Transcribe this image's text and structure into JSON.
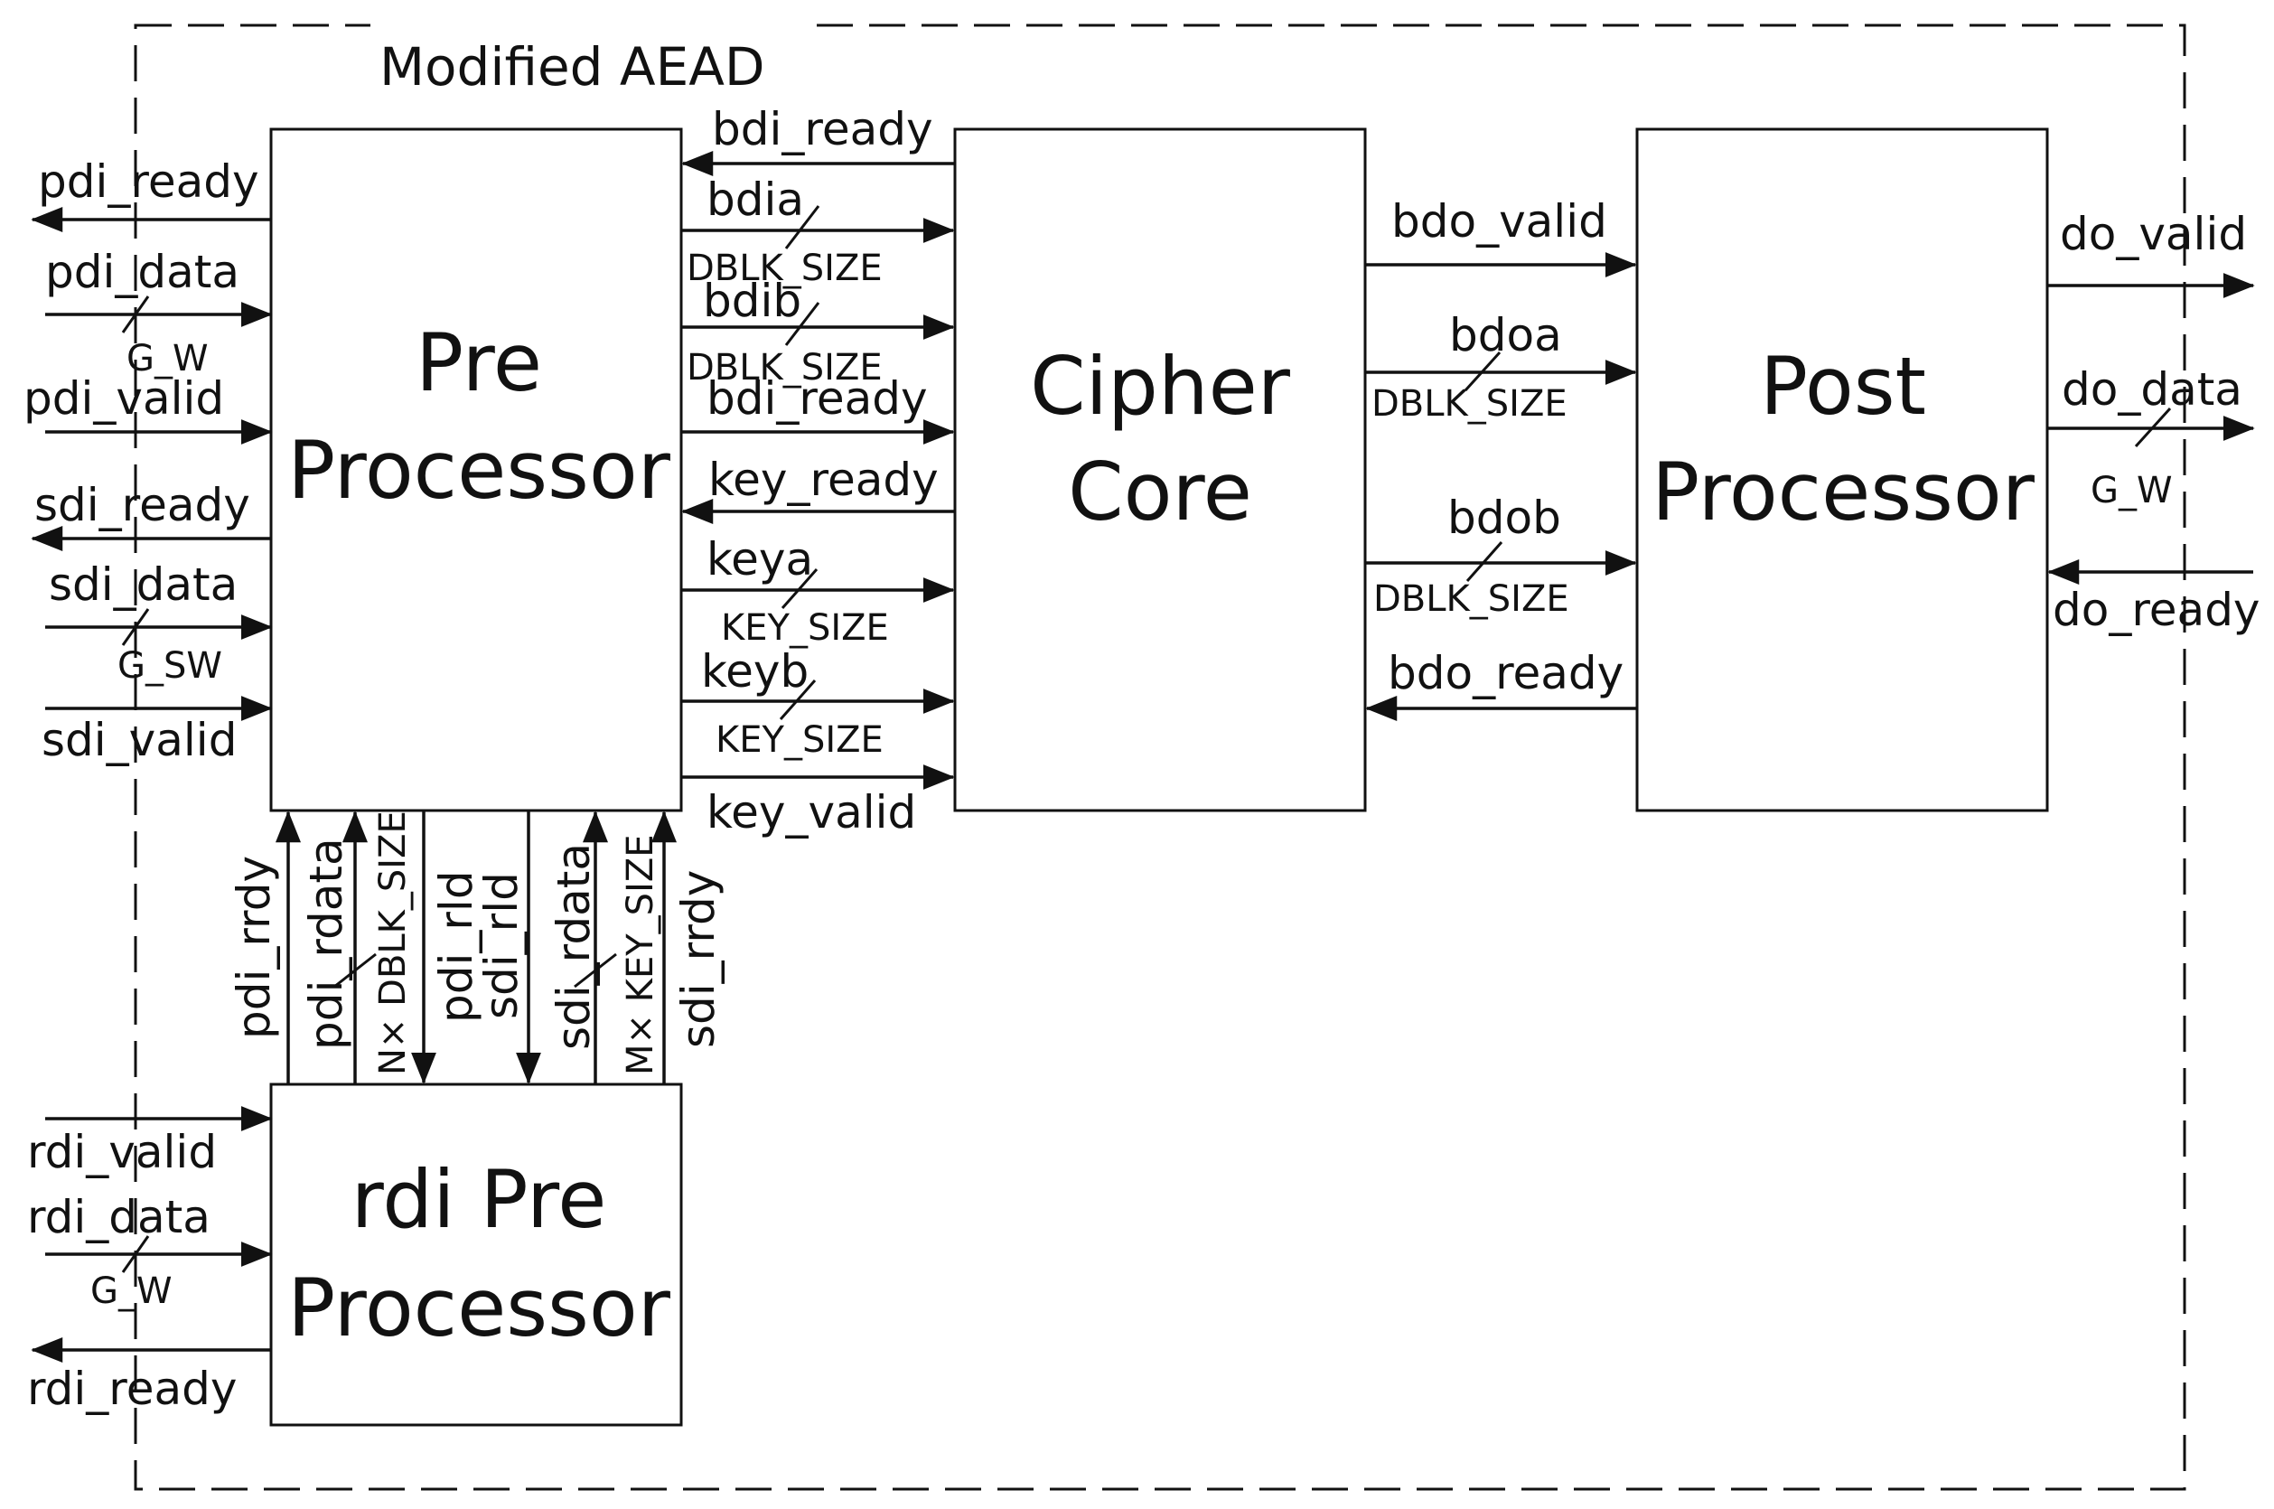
{
  "title": "Modified AEAD",
  "blocks": {
    "pre": [
      "Pre",
      "Processor"
    ],
    "cipher": [
      "Cipher",
      "Core"
    ],
    "post": [
      "Post",
      "Processor"
    ],
    "rdi": [
      "rdi Pre",
      "Processor"
    ]
  },
  "left_inputs": {
    "pdi_ready": "pdi_ready",
    "pdi_data": "pdi_data",
    "pdi_data_w": "G_W",
    "pdi_valid": "pdi_valid",
    "sdi_ready": "sdi_ready",
    "sdi_data": "sdi_data",
    "sdi_data_w": "G_SW",
    "sdi_valid": "sdi_valid"
  },
  "pre_cipher": {
    "bdi_ready_top": "bdi_ready",
    "bdia": "bdia",
    "bdia_w": "DBLK_SIZE",
    "bdib": "bdib",
    "bdib_w": "DBLK_SIZE",
    "bdi_ready": "bdi_ready",
    "key_ready": "key_ready",
    "keya": "keya",
    "keya_w": "KEY_SIZE",
    "keyb": "keyb",
    "keyb_w": "KEY_SIZE",
    "key_valid": "key_valid"
  },
  "cipher_post": {
    "bdo_valid": "bdo_valid",
    "bdoa": "bdoa",
    "bdoa_w": "DBLK_SIZE",
    "bdob": "bdob",
    "bdob_w": "DBLK_SIZE",
    "bdo_ready": "bdo_ready"
  },
  "outputs": {
    "do_valid": "do_valid",
    "do_data": "do_data",
    "do_data_w": "G_W",
    "do_ready": "do_ready"
  },
  "vertical": {
    "pdi_rrdy": "pdi_rrdy",
    "pdi_rdata": "pdi_rdata",
    "pdi_rdata_w": "N× DBLK_SIZE",
    "pdi_rld": "pdi_rld",
    "sdi_rld": "sdi_rld",
    "sdi_rdata": "sdi_rdata",
    "sdi_rdata_w": "M× KEY_SIZE",
    "sdi_rrdy": "sdi_rrdy"
  },
  "rdi_inputs": {
    "rdi_valid": "rdi_valid",
    "rdi_data": "rdi_data",
    "rdi_data_w": "G_W",
    "rdi_ready": "rdi_ready"
  }
}
